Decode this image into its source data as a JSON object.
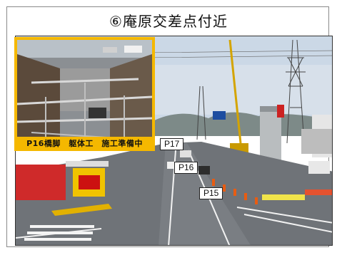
{
  "title": "⑥庵原交差点付近",
  "inset": {
    "caption": "P16橋脚　躯体工　施工準備中"
  },
  "pier_labels": [
    "P17",
    "P16",
    "P15"
  ],
  "colors": {
    "inset_border": "#f5b800",
    "sky": "#c9d7e4",
    "road": "#6f7378"
  }
}
